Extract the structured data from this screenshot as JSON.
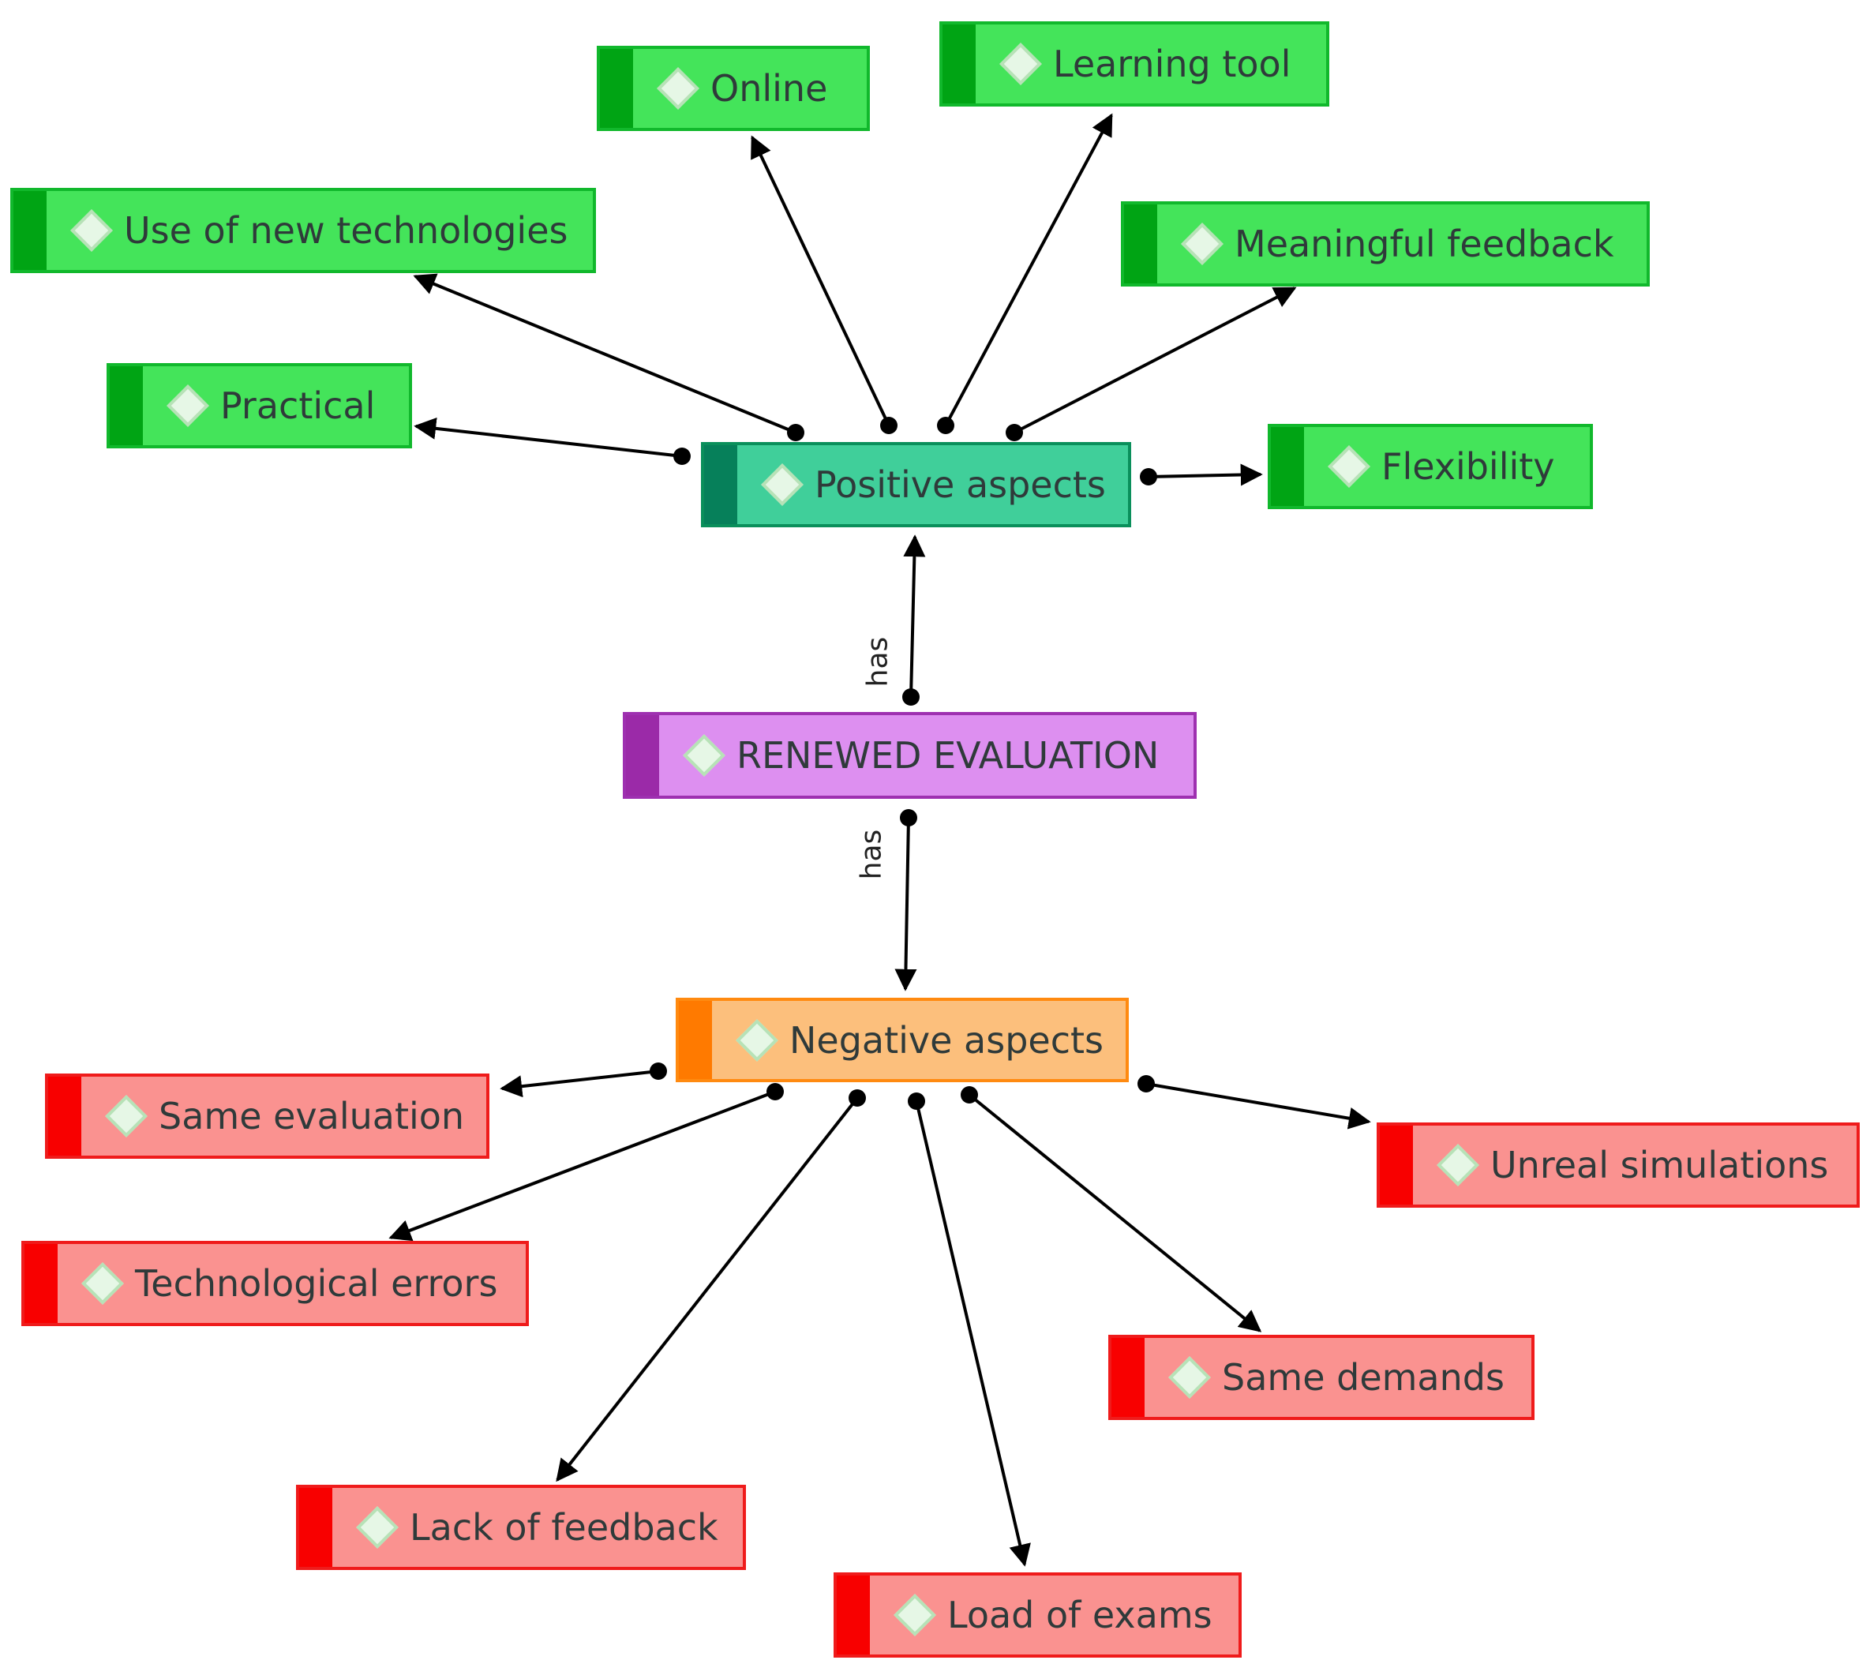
{
  "root": {
    "label": "RENEWED EVALUATION",
    "color": "#dd8ff0"
  },
  "edge_labels": {
    "to_positive": "has",
    "to_negative": "has"
  },
  "positive": {
    "label": "Positive aspects",
    "color": "#40cf9a",
    "children": [
      "Use of new technologies",
      "Online",
      "Learning tool",
      "Meaningful feedback",
      "Practical",
      "Flexibility"
    ]
  },
  "negative": {
    "label": "Negative aspects",
    "color": "#fcbf7c",
    "children": [
      "Same evaluation",
      "Technological errors",
      "Lack of feedback",
      "Load of exams",
      "Same demands",
      "Unreal simulations"
    ]
  },
  "icons": {
    "node_marker": "diamond-icon"
  }
}
